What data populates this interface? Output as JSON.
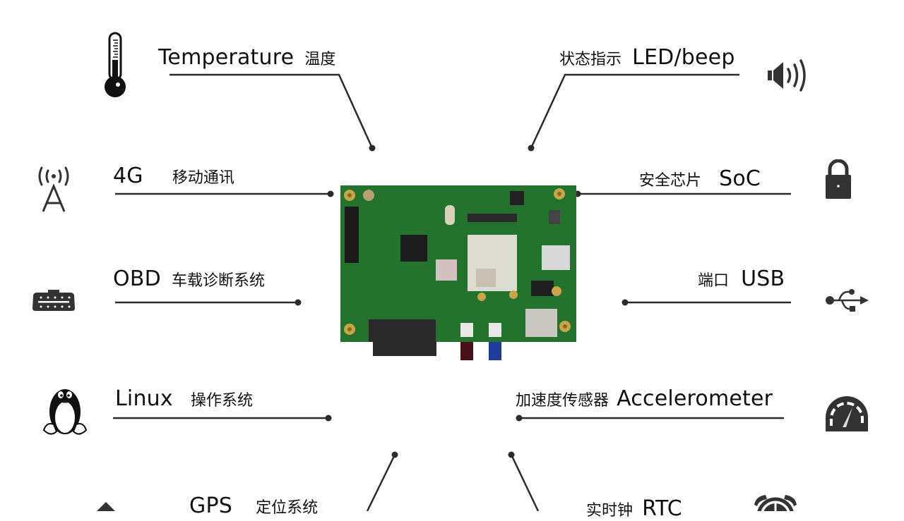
{
  "features": {
    "temperature": {
      "en": "Temperature",
      "zh": "温度",
      "icon": "thermometer-icon"
    },
    "led_beep": {
      "zh": "状态指示",
      "en": "LED/beep",
      "icon": "speaker-icon"
    },
    "fourg": {
      "en": "4G",
      "zh": "移动通讯",
      "icon": "cell-tower-icon"
    },
    "soc": {
      "zh": "安全芯片",
      "en": "SoC",
      "icon": "lock-icon"
    },
    "obd": {
      "en": "OBD",
      "zh": "车载诊断系统",
      "icon": "obd-connector-icon"
    },
    "usb": {
      "zh": "端口",
      "en": "USB",
      "icon": "usb-icon"
    },
    "linux": {
      "en": "Linux",
      "zh": "操作系统",
      "icon": "linux-penguin-icon"
    },
    "accelerometer": {
      "zh": "加速度传感器",
      "en": "Accelerometer",
      "icon": "gauge-icon"
    },
    "gps": {
      "en": "GPS",
      "zh": "定位系统",
      "icon": "location-icon"
    },
    "rtc": {
      "zh": "实时钟",
      "en": "RTC",
      "icon": "alarm-clock-icon"
    }
  },
  "center_image": {
    "description": "green PCB telematics board"
  },
  "colors": {
    "line": "#2b2b2b",
    "icon": "#333333",
    "pcb": "#1f6d2c"
  }
}
